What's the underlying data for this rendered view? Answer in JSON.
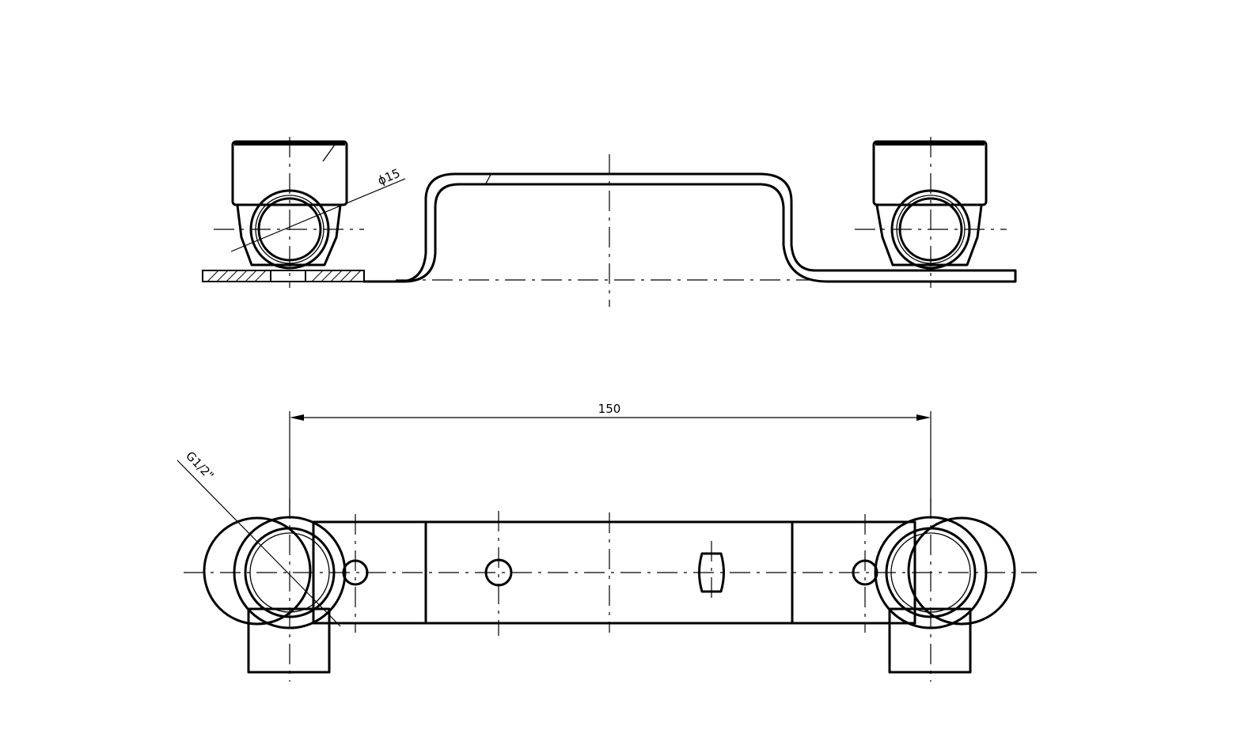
{
  "drawing": {
    "dimensions": {
      "pipe_diameter": "ϕ15",
      "thread_size": "G1/2\"",
      "center_distance": "150"
    }
  }
}
